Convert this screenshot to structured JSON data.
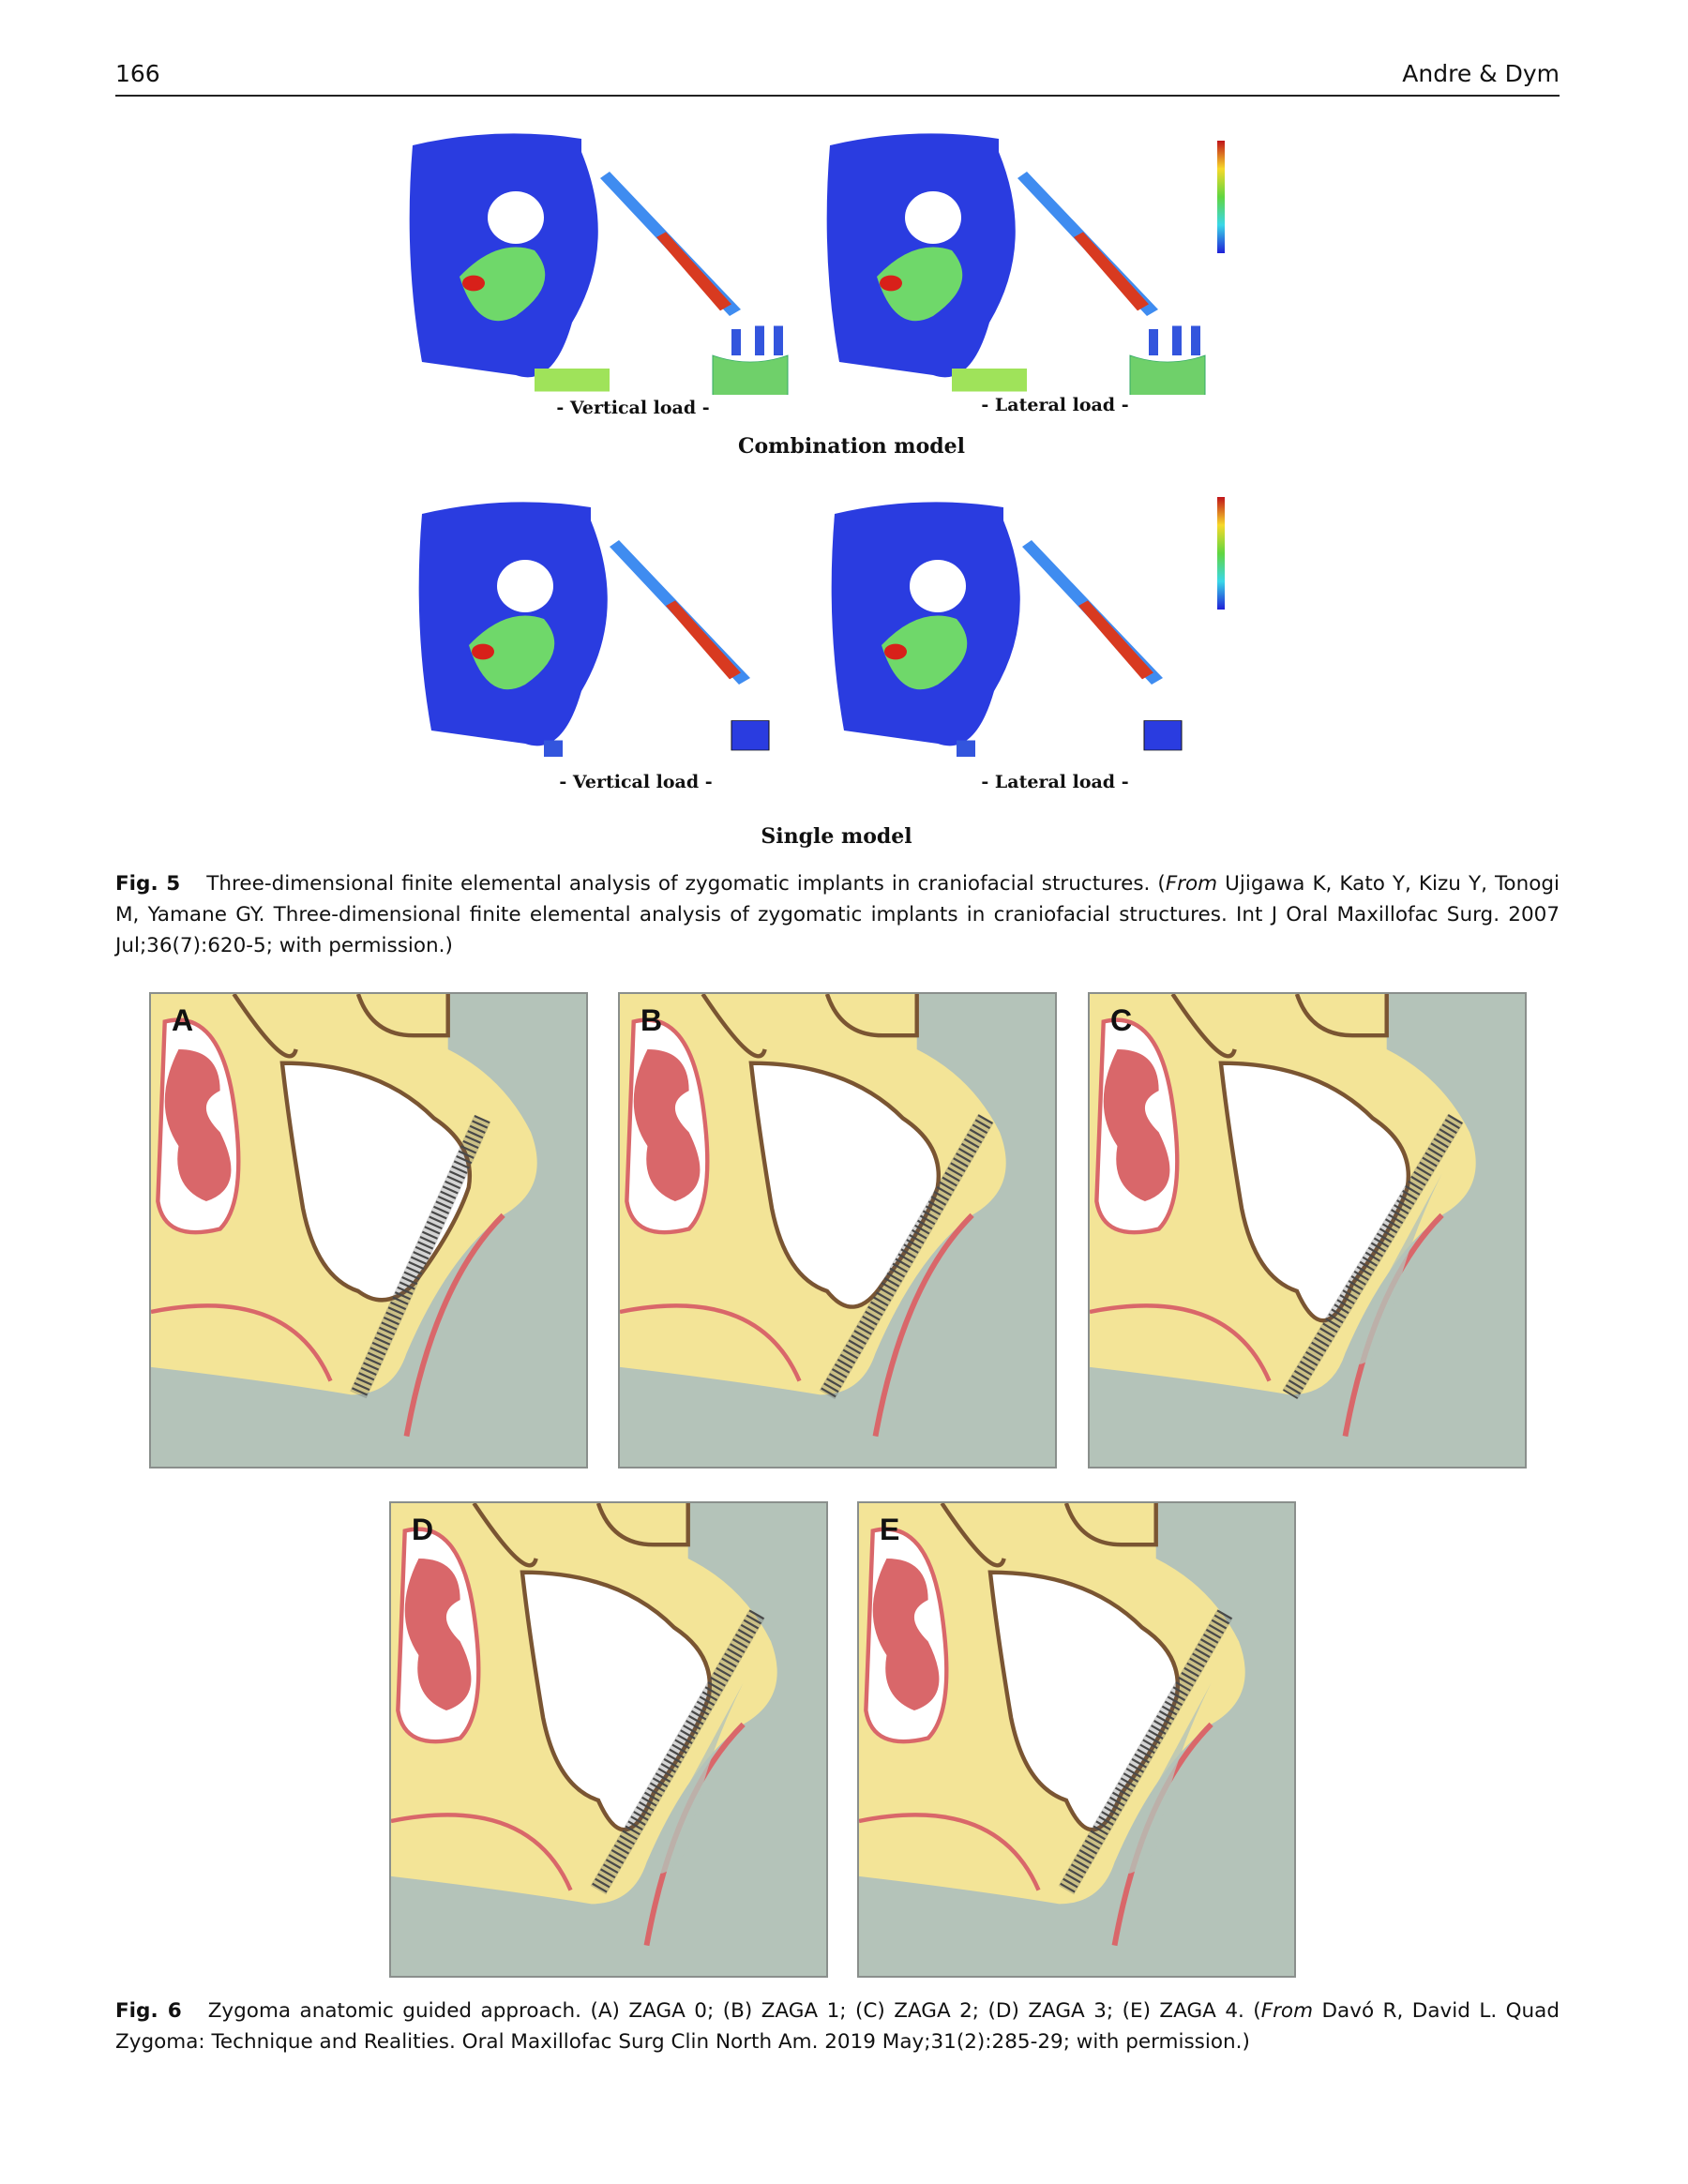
{
  "header": {
    "page_number": "166",
    "running_title": "Andre & Dym"
  },
  "figure5": {
    "top_row": {
      "left_label": "- Vertical load -",
      "right_label": "- Lateral load -",
      "title": "Combination model"
    },
    "bottom_row": {
      "left_label": "- Vertical load -",
      "right_label": "- Lateral load -",
      "title": "Single model"
    },
    "caption_label": "Fig. 5",
    "caption_text": "Three-dimensional finite elemental analysis of zygomatic implants in craniofacial structures.",
    "caption_from": "From",
    "caption_source": " Ujigawa K, Kato Y, Kizu Y, Tonogi M, Yamane GY. Three-dimensional finite elemental analysis of zygomatic implants in craniofacial structures. Int J Oral Maxillofac Surg. 2007 Jul;36(7):620-5; with permission.)"
  },
  "figure6": {
    "panels": [
      {
        "letter": "A",
        "implant": 0
      },
      {
        "letter": "B",
        "implant": 1
      },
      {
        "letter": "C",
        "implant": 2
      },
      {
        "letter": "D",
        "implant": 3
      },
      {
        "letter": "E",
        "implant": 4
      }
    ],
    "caption_label": "Fig. 6",
    "caption_text": "Zygoma anatomic guided approach. (A) ZAGA 0; (B) ZAGA 1; (C) ZAGA 2; (D) ZAGA 3; (E) ZAGA 4.",
    "caption_from": "From",
    "caption_source": " Davó R, David L. Quad Zygoma: Technique and Realities. Oral Maxillofac Surg Clin North Am. 2019 May;31(2):285-29; with permission.)"
  },
  "colors": {
    "bone": "#f3e497",
    "background": "#b4c3b9",
    "outline": "#7a5532",
    "soft_tissue": "#d9676a",
    "fea_blue": "#2a3ce0"
  }
}
